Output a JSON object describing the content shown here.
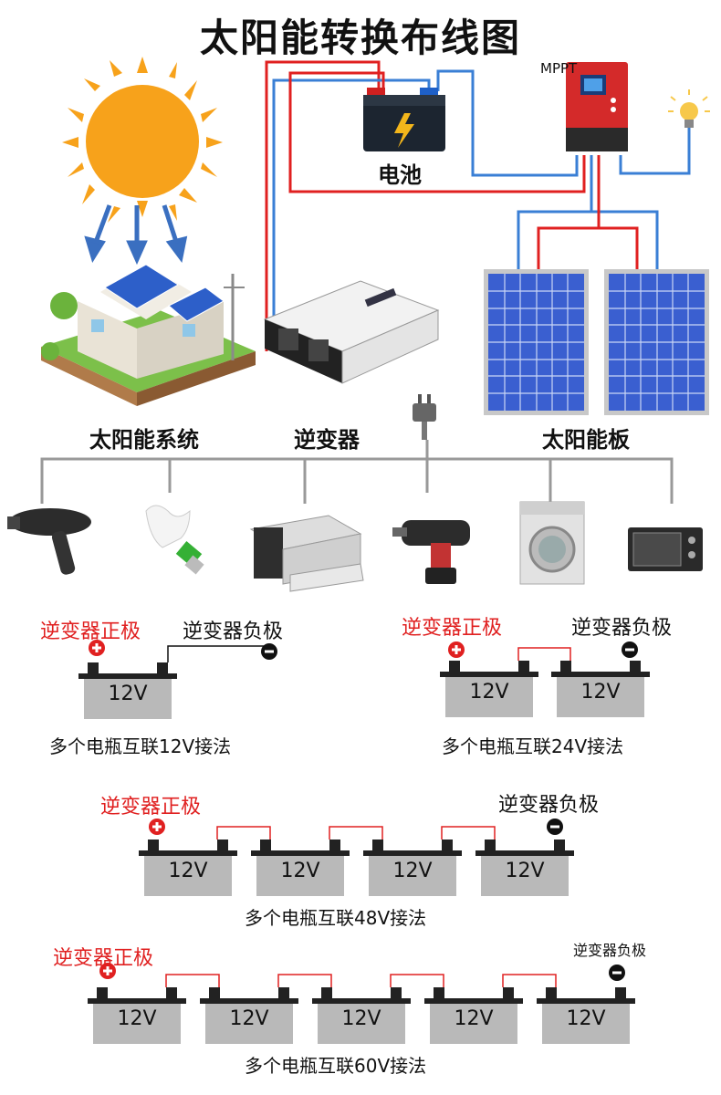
{
  "title": "太阳能转换布线图",
  "mppt_label": "MPPT",
  "battery_label": "电池",
  "system_label": "太阳能系统",
  "inverter_label": "逆变器",
  "panel_label": "太阳能板",
  "appliances": [
    "hair-dryer",
    "cfl-bulb",
    "printer",
    "power-drill",
    "washing-machine",
    "microwave-oven"
  ],
  "battery_voltage": "12V",
  "positive_label": "逆变器正极",
  "negative_label": "逆变器负极",
  "configs": [
    {
      "caption": "多个电瓶互联12V接法",
      "count": 1
    },
    {
      "caption": "多个电瓶互联24V接法",
      "count": 2
    },
    {
      "caption": "多个电瓶互联48V接法",
      "count": 4
    },
    {
      "caption": "多个电瓶互联60V接法",
      "count": 5
    }
  ],
  "colors": {
    "wire_red": "#e02020",
    "wire_blue": "#3a7fd5",
    "mppt_body": "#d42a2a",
    "sun": "#f7a21b",
    "panel": "#3a5fd0"
  }
}
